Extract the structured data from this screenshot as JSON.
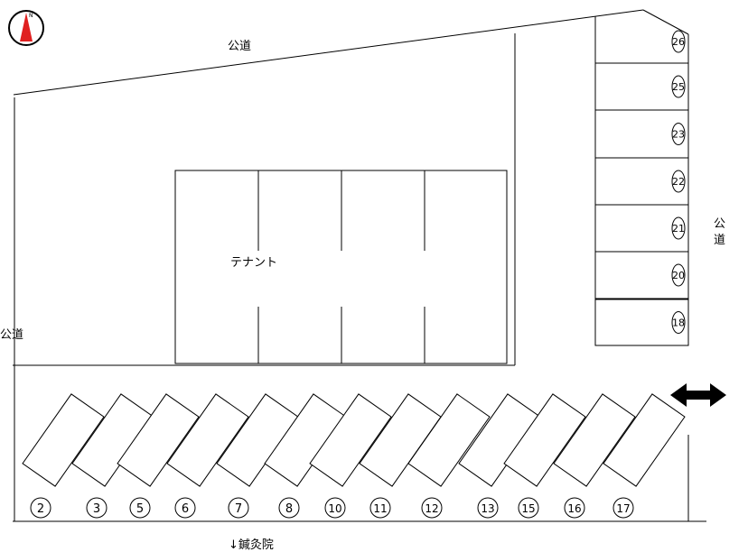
{
  "north_label": "N",
  "road_top": "公道",
  "road_right": "公道",
  "road_left": "公道",
  "building_label": "テナント",
  "bottom_label": "↓鍼灸院",
  "right_slots": [
    "26",
    "25",
    "23",
    "22",
    "21",
    "20",
    "18"
  ],
  "bottom_slots": [
    "2",
    "3",
    "5",
    "6",
    "7",
    "8",
    "10",
    "11",
    "12",
    "13",
    "15",
    "16",
    "17"
  ],
  "colors": {
    "compass_red": "#e02020",
    "ink": "#000000"
  }
}
